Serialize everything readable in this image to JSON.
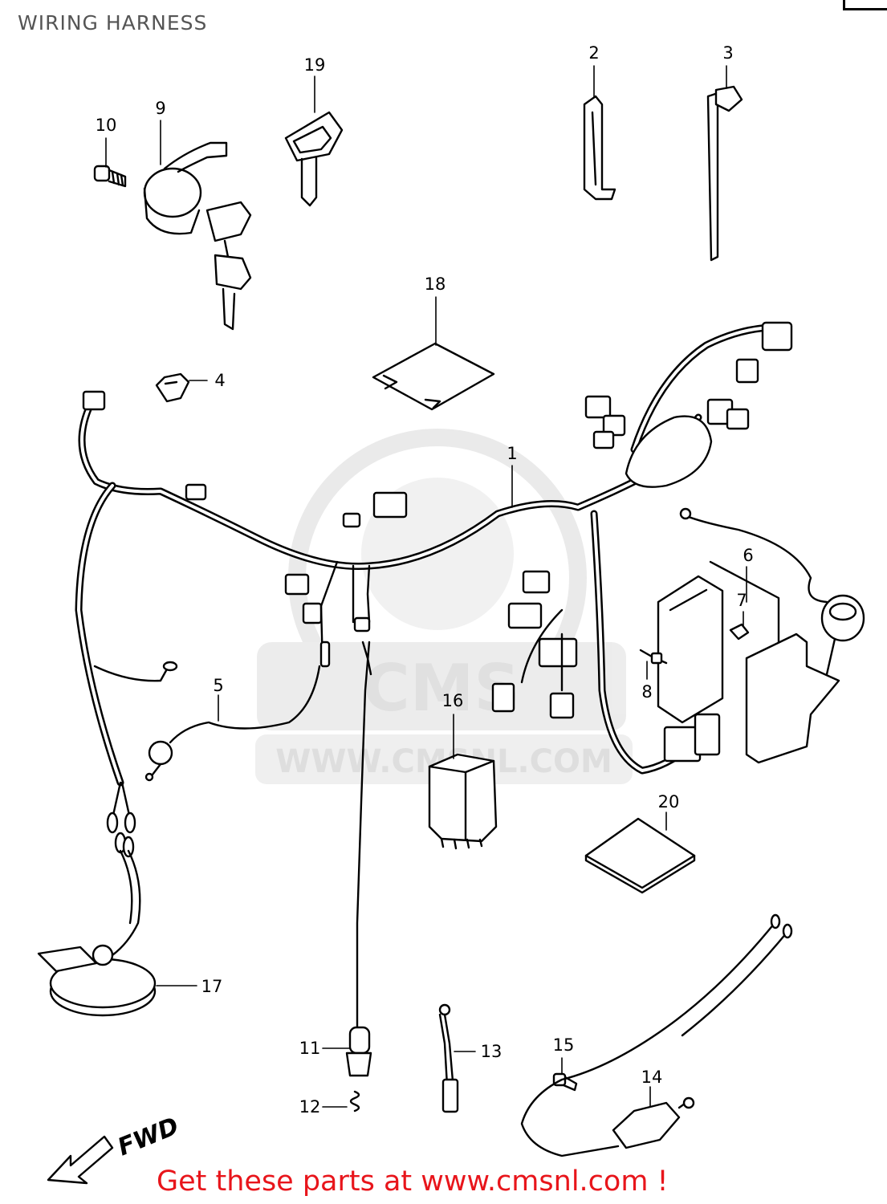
{
  "page": {
    "title": "WIRING HARNESS",
    "footer": "Get these parts at www.cmsnl.com !",
    "watermark": "WWW.CMSNL.COM",
    "watermark_logo": "CMS",
    "direction_label": "FWD"
  },
  "callouts": [
    {
      "id": "1",
      "label": "1"
    },
    {
      "id": "2",
      "label": "2"
    },
    {
      "id": "3",
      "label": "3"
    },
    {
      "id": "4",
      "label": "4"
    },
    {
      "id": "5",
      "label": "5"
    },
    {
      "id": "6",
      "label": "6"
    },
    {
      "id": "7",
      "label": "7"
    },
    {
      "id": "8",
      "label": "8"
    },
    {
      "id": "9",
      "label": "9"
    },
    {
      "id": "10",
      "label": "10"
    },
    {
      "id": "11",
      "label": "11"
    },
    {
      "id": "12",
      "label": "12"
    },
    {
      "id": "13",
      "label": "13"
    },
    {
      "id": "14",
      "label": "14"
    },
    {
      "id": "15",
      "label": "15"
    },
    {
      "id": "16",
      "label": "16"
    },
    {
      "id": "17",
      "label": "17"
    },
    {
      "id": "18",
      "label": "18"
    },
    {
      "id": "19",
      "label": "19"
    },
    {
      "id": "20",
      "label": "20"
    }
  ],
  "colors": {
    "ink": "#000000",
    "title": "#555555",
    "footer": "#e8151b",
    "watermark": "#d9d9d9"
  }
}
